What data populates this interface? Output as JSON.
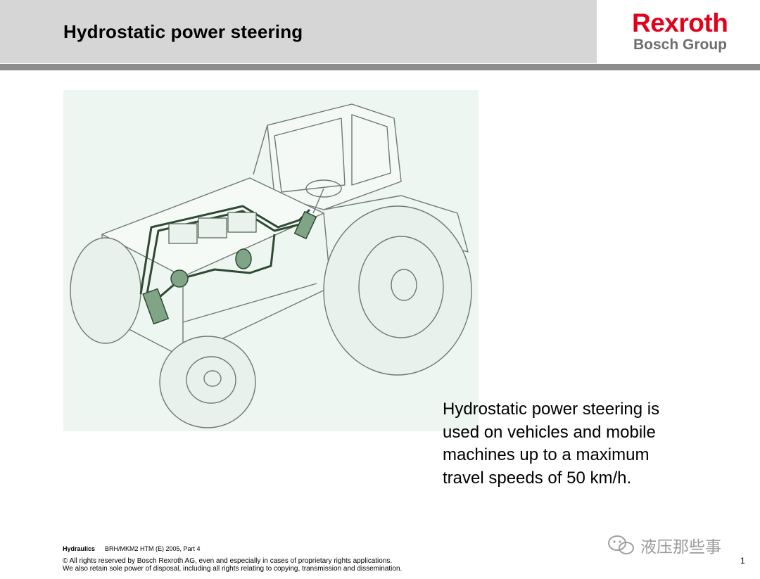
{
  "header": {
    "title": "Hydrostatic power steering"
  },
  "logo": {
    "main": "Rexroth",
    "sub": "Bosch Group",
    "brand_color": "#e2001a"
  },
  "illustration": {
    "icon": "tractor-steering-diagram"
  },
  "caption": {
    "lines": [
      "Hydrostatic power steering is",
      "used on vehicles and mobile",
      "machines up to a maximum",
      "travel speeds of 50 km/h."
    ]
  },
  "footer": {
    "label": "Hydraulics",
    "ref": "BRH/MKM2 HTM (E) 2005, Part 4",
    "copyright_1": "© All rights reserved by Bosch Rexroth AG, even and especially in cases of proprietary rights applications.",
    "copyright_2": "We also retain sole power of disposal, including all rights relating to copying, transmission and dissemination.",
    "page": "1"
  },
  "watermark": {
    "text": "液压那些事",
    "icon": "wechat-icon"
  }
}
